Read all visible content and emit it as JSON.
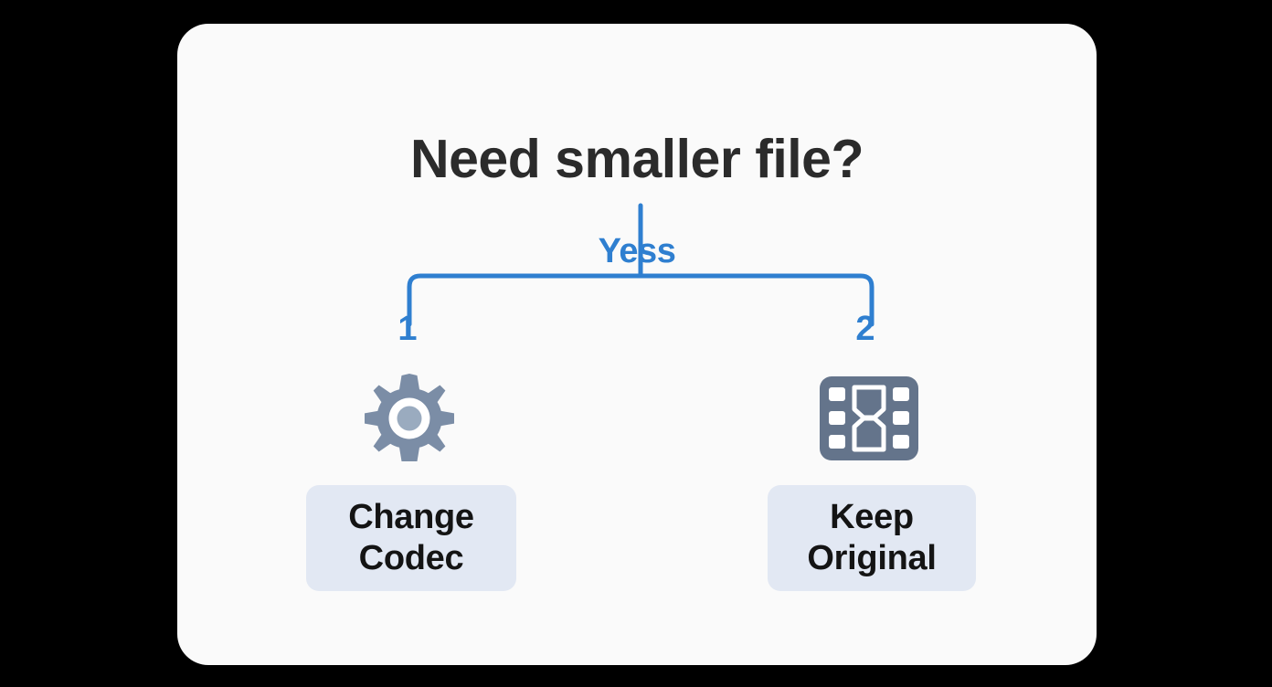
{
  "canvas": {
    "background_color": "#000000",
    "card_background_color": "#fafafa"
  },
  "colors": {
    "accent_blue": "#2f7fd0",
    "title_text": "#2b2b2b",
    "button_background": "#e2e8f3",
    "button_text": "#141414",
    "icon_slate": "#7b8da6",
    "icon_slate_dark": "#64748b",
    "icon_center": "#9aabbf",
    "icon_white": "#ffffff"
  },
  "decision_card": {
    "title": "Need smaller file?",
    "branch_label": "Yess",
    "options": [
      {
        "number": "1",
        "icon": "gear-icon",
        "label": "Change\nCodec"
      },
      {
        "number": "2",
        "icon": "film-strip-icon",
        "label": "Keep\nOriginal"
      }
    ]
  }
}
